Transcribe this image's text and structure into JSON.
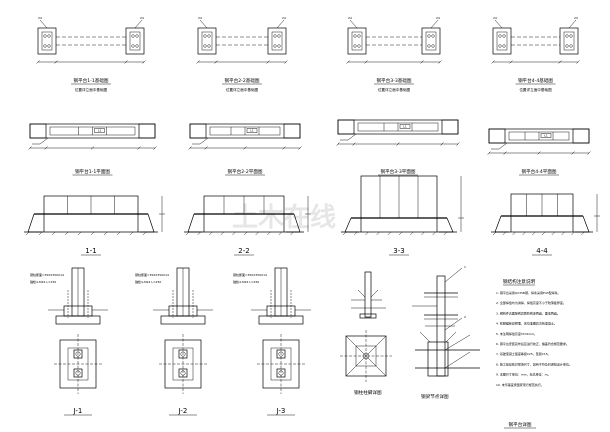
{
  "foundation_plans": [
    {
      "title": "钢平台1-1基础图",
      "note": "位置详立面中基础图",
      "bolt_tag_left": "24",
      "bolt_tag_right": "24"
    },
    {
      "title": "钢平台2-2基础图",
      "note": "位置详立面中基础图",
      "bolt_tag_left": "24",
      "bolt_tag_right": "24"
    },
    {
      "title": "钢平台3-3基础图",
      "note": "位置详立面中基础图",
      "bolt_tag_left": "24",
      "bolt_tag_right": "24"
    },
    {
      "title": "钢平台4-4基础图",
      "note": "位置详立面中基础图",
      "bolt_tag_left": "24",
      "bolt_tag_right": "24"
    }
  ],
  "platform_plans": [
    {
      "title": "钢平台1-1平面图",
      "beam_tag": "L1"
    },
    {
      "title": "钢平台2-2平面图",
      "beam_tag": "L1"
    },
    {
      "title": "钢平台3-3平面图",
      "beam_tag": "L1"
    },
    {
      "title": "钢平台4-4平面图",
      "beam_tag": "L1"
    }
  ],
  "elevation_labels": [
    "1-1",
    "2-2",
    "3-3",
    "4-4"
  ],
  "column_details": [
    {
      "label": "J-1",
      "note1": "钢柱断面=350X350X14",
      "note2": "锚栓4-M22 L=250"
    },
    {
      "label": "J-2",
      "note1": "钢柱断面=350X350X14",
      "note2": "锚栓4-M22 L=250"
    },
    {
      "label": "J-3",
      "note1": "钢柱断面=350X350X14",
      "note2": "锚栓4-M22 L=250"
    }
  ],
  "joint_details": {
    "column_base_title": "钢柱柱脚详图",
    "beam_joint_title": "钢梁节点详图",
    "sub_title": "钢平台详图"
  },
  "notes": {
    "title": "钢结构注意说明",
    "lines": [
      "1. 钢平台采用Q235B钢，焊条采用E43型焊条。",
      "2. 全部焊缝均为满焊，焊缝高度不小于较薄板厚度。",
      "3. 钢构件表面除锈后刷防锈漆两遍，面漆两遍。",
      "4. 柱脚锚栓应预埋，定位准确后浇筑混凝土。",
      "5. 未注明焊缝高度hf=6mm。",
      "6. 钢平台安装完毕后应进行校正，偏差符合规范要求。",
      "7. 基础混凝土强度等级C25，垫层C15。",
      "8. 施工前应核对现场尺寸，如有不符及时通知设计单位。",
      "9. 本图尺寸单位：mm，标高单位：m。",
      "10. 未尽事宜按国家现行规范执行。"
    ]
  },
  "watermark": "土木在线"
}
